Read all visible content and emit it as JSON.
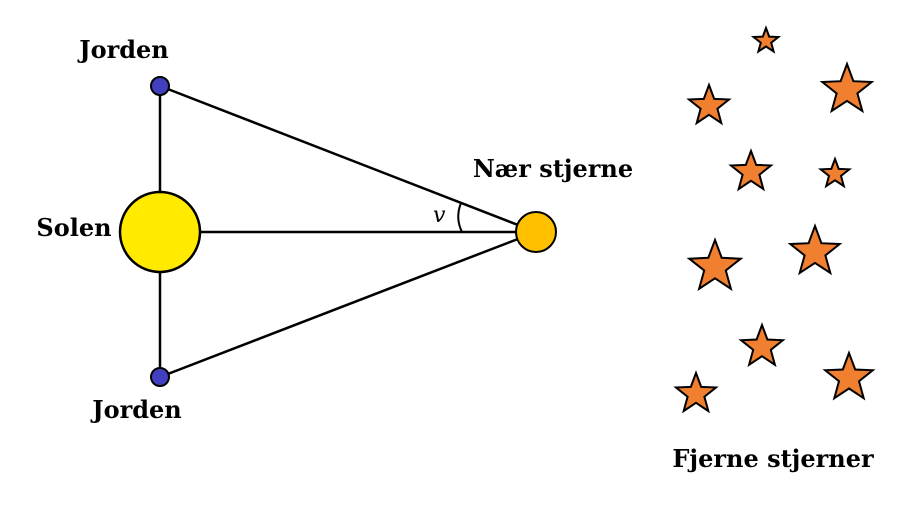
{
  "labels": {
    "earth_top": "Jorden",
    "earth_bottom": "Jorden",
    "sun": "Solen",
    "near_star": "Nær stjerne",
    "far_stars": "Fjerne stjerner",
    "angle": "v"
  },
  "colors": {
    "sun": "#ffea00",
    "near_star": "#ffc000",
    "earth": "#4040c0",
    "far_star": "#f08030"
  }
}
